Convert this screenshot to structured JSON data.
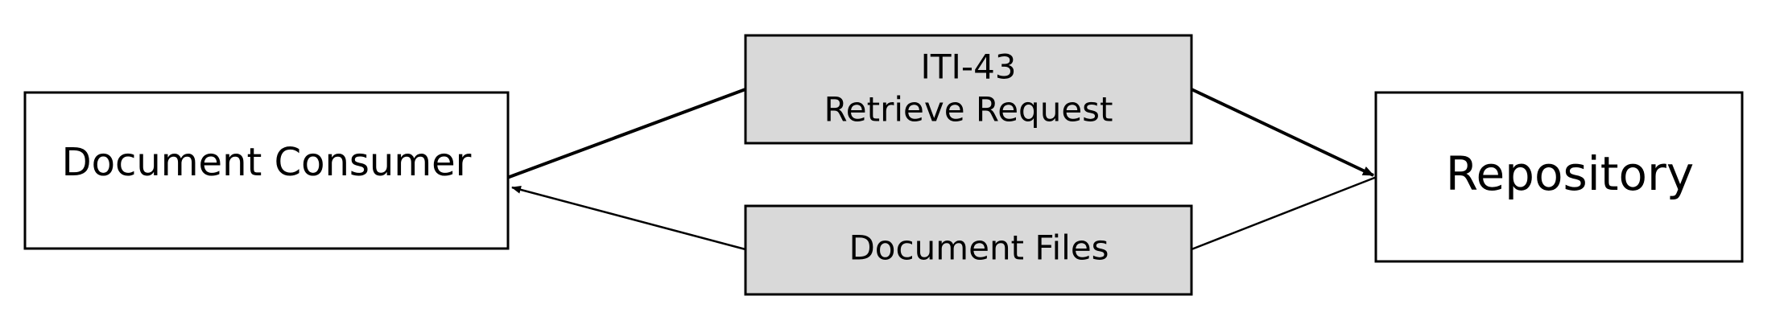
{
  "diagram": {
    "nodes": {
      "consumer": {
        "label": "Document Consumer"
      },
      "repository": {
        "label": "Repository"
      },
      "request": {
        "label_line1": "ITI-43",
        "label_line2": "Retrieve Request"
      },
      "response": {
        "label": "Document Files"
      }
    },
    "edges": [
      {
        "from": "consumer",
        "via": "request",
        "to": "repository",
        "arrow_at": "repository"
      },
      {
        "from": "repository",
        "via": "response",
        "to": "consumer",
        "arrow_at": "consumer"
      }
    ],
    "colors": {
      "message_fill": "#d9d9d9",
      "actor_fill": "#ffffff",
      "stroke": "#000000"
    }
  }
}
